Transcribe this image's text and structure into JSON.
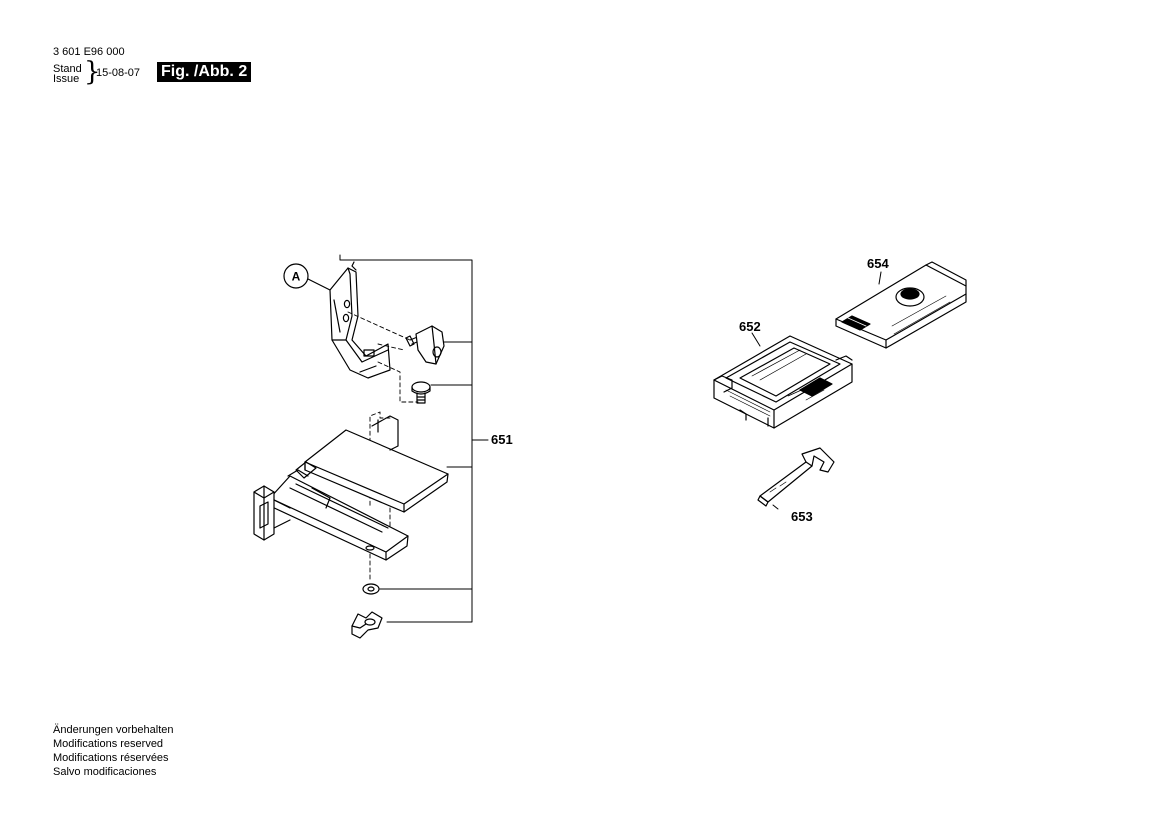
{
  "header": {
    "doc_number": "3 601 E96 000",
    "stand_label": "Stand",
    "issue_label": "Issue",
    "date": "15-08-07",
    "fig_label": "Fig. /Abb. 2"
  },
  "callout": {
    "letter": "A"
  },
  "parts": {
    "p651": "651",
    "p652": "652",
    "p653": "653",
    "p654": "654"
  },
  "notes": [
    "Änderungen vorbehalten",
    "Modifications reserved",
    "Modifications réservées",
    "Salvo modificaciones"
  ]
}
